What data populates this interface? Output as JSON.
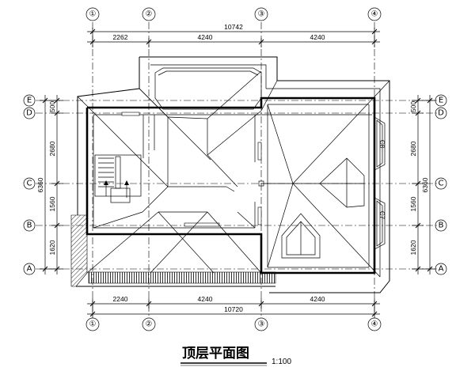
{
  "drawing": {
    "title": "顶层平面图",
    "scale": "1:100"
  },
  "axes": {
    "vertical": [
      "①",
      "②",
      "③",
      "④"
    ],
    "horizontal": [
      "A",
      "B",
      "C",
      "D",
      "E"
    ]
  },
  "dimensions": {
    "top_total": "10742",
    "top_segments": [
      "2262",
      "4240",
      "4240"
    ],
    "bottom_segments": [
      "2240",
      "4240",
      "4240"
    ],
    "bottom_total": "10720",
    "left_segments": [
      "500",
      "2680",
      "1560",
      "1620"
    ],
    "left_total": "6360",
    "right_segments": [
      "500",
      "2680",
      "1560",
      "1620"
    ],
    "right_total": "6360"
  },
  "annotations": {
    "window_c8": "C8",
    "window_c7": "C7"
  }
}
